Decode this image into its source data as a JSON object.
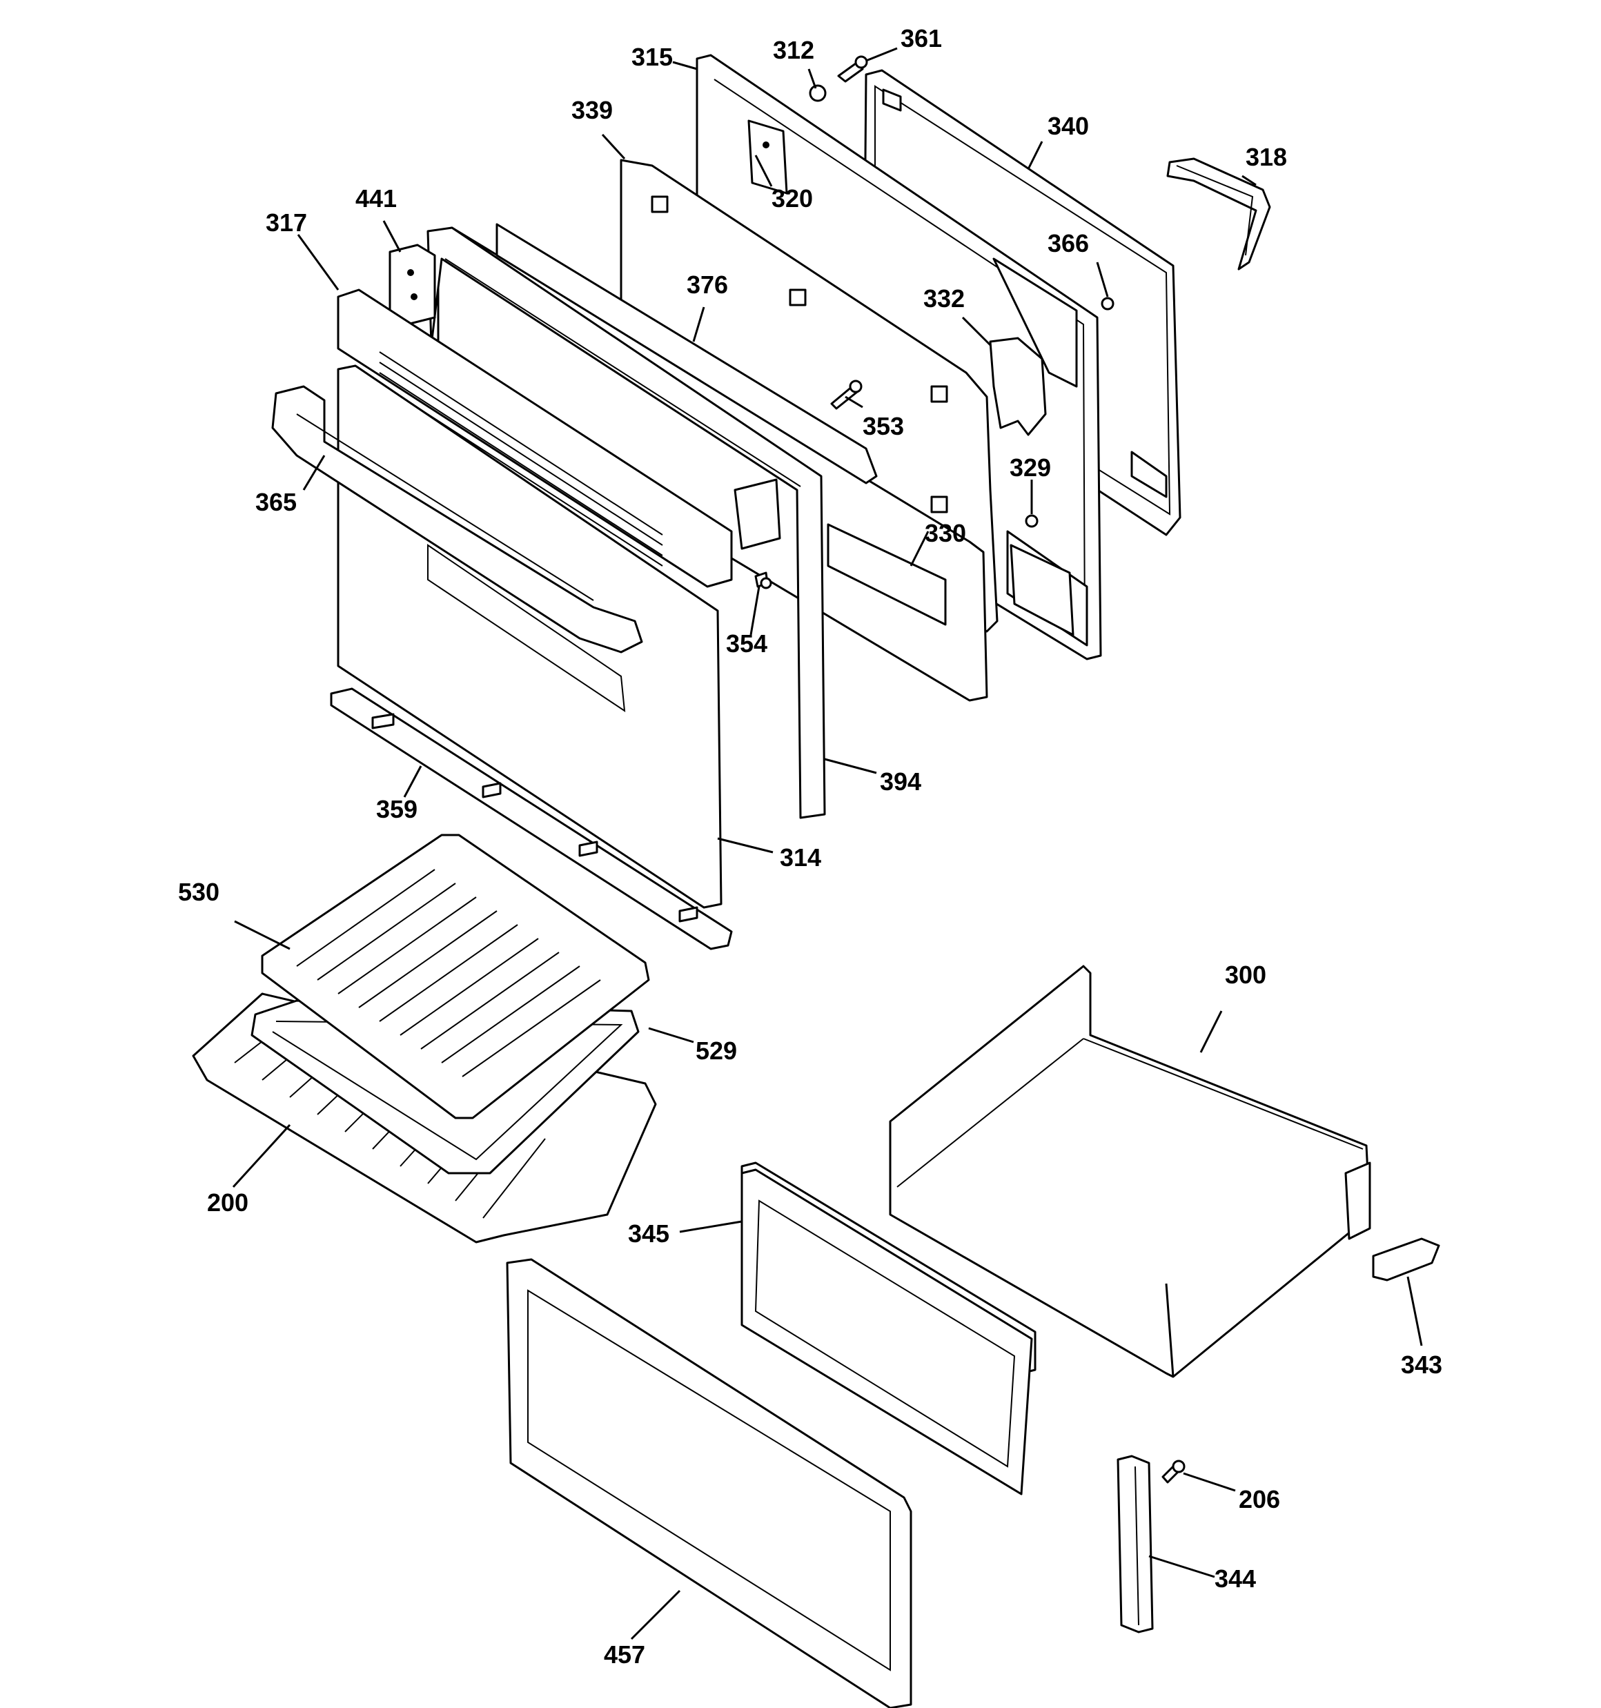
{
  "diagram": {
    "title": "",
    "background_color": "#ffffff",
    "line_color": "#000000",
    "parts": [
      {
        "id": "315",
        "label": "315"
      },
      {
        "id": "312",
        "label": "312"
      },
      {
        "id": "361",
        "label": "361"
      },
      {
        "id": "339",
        "label": "339"
      },
      {
        "id": "340",
        "label": "340"
      },
      {
        "id": "318",
        "label": "318"
      },
      {
        "id": "320",
        "label": "320"
      },
      {
        "id": "317",
        "label": "317"
      },
      {
        "id": "441",
        "label": "441"
      },
      {
        "id": "366",
        "label": "366"
      },
      {
        "id": "376",
        "label": "376"
      },
      {
        "id": "332",
        "label": "332"
      },
      {
        "id": "353",
        "label": "353"
      },
      {
        "id": "365",
        "label": "365"
      },
      {
        "id": "329",
        "label": "329"
      },
      {
        "id": "330",
        "label": "330"
      },
      {
        "id": "354",
        "label": "354"
      },
      {
        "id": "394",
        "label": "394"
      },
      {
        "id": "359",
        "label": "359"
      },
      {
        "id": "314",
        "label": "314"
      },
      {
        "id": "530",
        "label": "530"
      },
      {
        "id": "300",
        "label": "300"
      },
      {
        "id": "529",
        "label": "529"
      },
      {
        "id": "200",
        "label": "200"
      },
      {
        "id": "345",
        "label": "345"
      },
      {
        "id": "343",
        "label": "343"
      },
      {
        "id": "206",
        "label": "206"
      },
      {
        "id": "344",
        "label": "344"
      },
      {
        "id": "457",
        "label": "457"
      }
    ]
  }
}
